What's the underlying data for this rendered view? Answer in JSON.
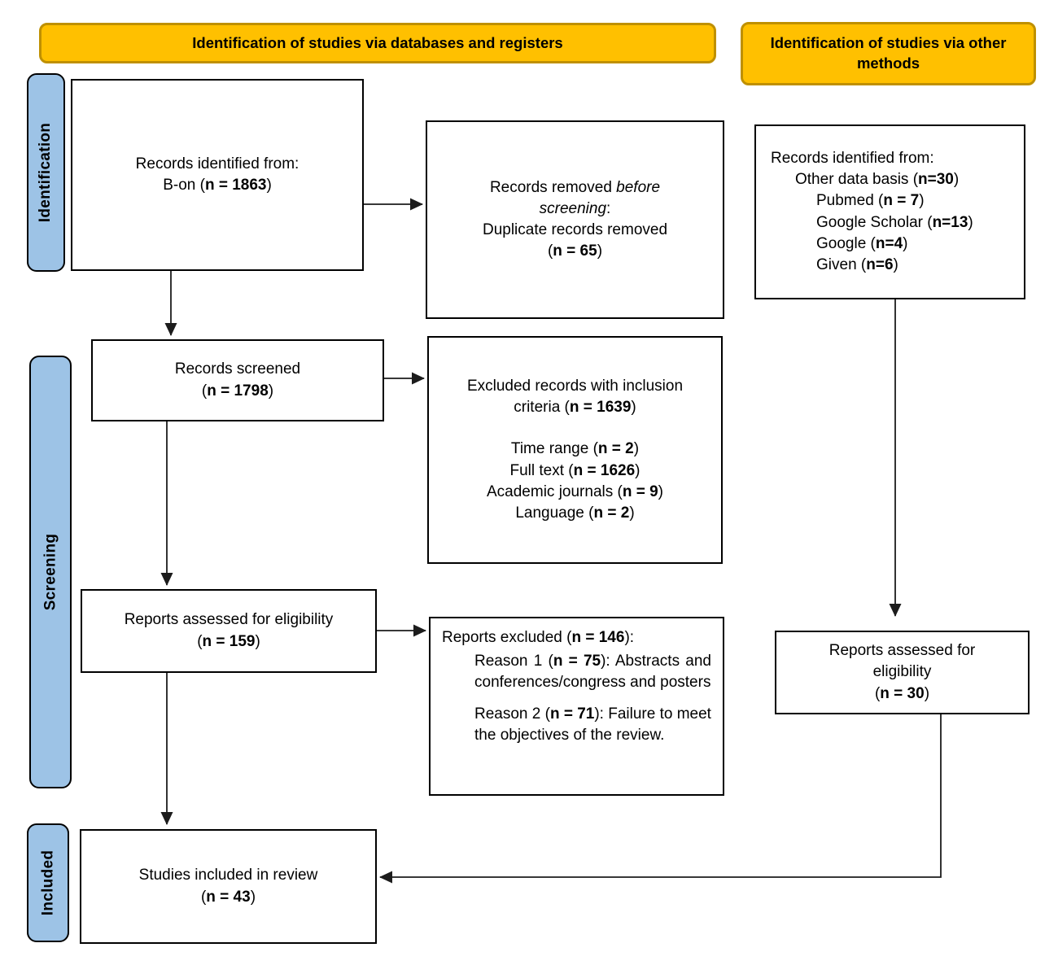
{
  "headers": {
    "databases": "Identification of studies via databases and registers",
    "other": "Identification of studies via other methods"
  },
  "stage_labels": {
    "identification": "Identification",
    "screening": "Screening",
    "included": "Included"
  },
  "colors": {
    "header_fill": "#FFC000",
    "header_border": "#BF9000",
    "stage_fill": "#9DC3E6",
    "box_border": "#000000",
    "background": "#FFFFFF"
  },
  "boxes": {
    "records_db": {
      "lines": [
        [
          {
            "t": "Records identified from:"
          }
        ],
        [
          {
            "t": "B-on ("
          },
          {
            "t": "n = 1863",
            "b": true
          },
          {
            "t": ")"
          }
        ]
      ]
    },
    "records_removed": {
      "lines": [
        [
          {
            "t": "Records removed "
          },
          {
            "t": "before",
            "i": true
          }
        ],
        [
          {
            "t": "screening",
            "i": true
          },
          {
            "t": ":"
          }
        ],
        [
          {
            "t": "Duplicate records removed"
          }
        ],
        [
          {
            "t": "("
          },
          {
            "t": "n = 65",
            "b": true
          },
          {
            "t": ")"
          }
        ]
      ]
    },
    "records_other": {
      "lines": [
        [
          {
            "t": "Records identified from:"
          }
        ],
        [
          {
            "t": "Other data basis ("
          },
          {
            "t": "n=30",
            "b": true
          },
          {
            "t": ")"
          }
        ],
        [
          {
            "t": "Pubmed ("
          },
          {
            "t": "n = 7",
            "b": true
          },
          {
            "t": ")"
          }
        ],
        [
          {
            "t": "Google Scholar ("
          },
          {
            "t": "n=13",
            "b": true
          },
          {
            "t": ")"
          }
        ],
        [
          {
            "t": "Google ("
          },
          {
            "t": "n=4",
            "b": true
          },
          {
            "t": ")"
          }
        ],
        [
          {
            "t": "Given ("
          },
          {
            "t": "n=6",
            "b": true
          },
          {
            "t": ")"
          }
        ]
      ]
    },
    "records_screened": {
      "lines": [
        [
          {
            "t": "Records screened"
          }
        ],
        [
          {
            "t": "("
          },
          {
            "t": "n = 1798",
            "b": true
          },
          {
            "t": ")"
          }
        ]
      ]
    },
    "excluded_records": {
      "lines": [
        [
          {
            "t": "Excluded records with inclusion"
          }
        ],
        [
          {
            "t": "criteria ("
          },
          {
            "t": "n = 1639",
            "b": true
          },
          {
            "t": ")"
          }
        ],
        [
          {
            "t": "Time range ("
          },
          {
            "t": "n = 2",
            "b": true
          },
          {
            "t": ")"
          }
        ],
        [
          {
            "t": "Full text ("
          },
          {
            "t": "n = 1626",
            "b": true
          },
          {
            "t": ")"
          }
        ],
        [
          {
            "t": "Academic journals ("
          },
          {
            "t": "n = 9",
            "b": true
          },
          {
            "t": ")"
          }
        ],
        [
          {
            "t": "Language ("
          },
          {
            "t": "n = 2",
            "b": true
          },
          {
            "t": ")"
          }
        ]
      ]
    },
    "reports_assessed": {
      "lines": [
        [
          {
            "t": "Reports assessed for eligibility"
          }
        ],
        [
          {
            "t": "("
          },
          {
            "t": "n = 159",
            "b": true
          },
          {
            "t": ")"
          }
        ]
      ]
    },
    "reports_excluded": {
      "title": [
        {
          "t": "Reports excluded ("
        },
        {
          "t": "n = 146",
          "b": true
        },
        {
          "t": "):"
        }
      ],
      "reason1": [
        {
          "t": "Reason 1 ("
        },
        {
          "t": "n = 75",
          "b": true
        },
        {
          "t": "): Abstracts and conferences/congress and posters"
        }
      ],
      "reason2": [
        {
          "t": "Reason 2 ("
        },
        {
          "t": "n = 71",
          "b": true
        },
        {
          "t": "): Failure to meet the objectives of the review."
        }
      ]
    },
    "reports_assessed_other": {
      "lines": [
        [
          {
            "t": "Reports assessed for"
          }
        ],
        [
          {
            "t": "eligibility"
          }
        ],
        [
          {
            "t": "("
          },
          {
            "t": "n = 30",
            "b": true
          },
          {
            "t": ")"
          }
        ]
      ]
    },
    "studies_included": {
      "lines": [
        [
          {
            "t": "Studies included in review"
          }
        ],
        [
          {
            "t": "("
          },
          {
            "t": "n = 43",
            "b": true
          },
          {
            "t": ")"
          }
        ]
      ]
    }
  }
}
